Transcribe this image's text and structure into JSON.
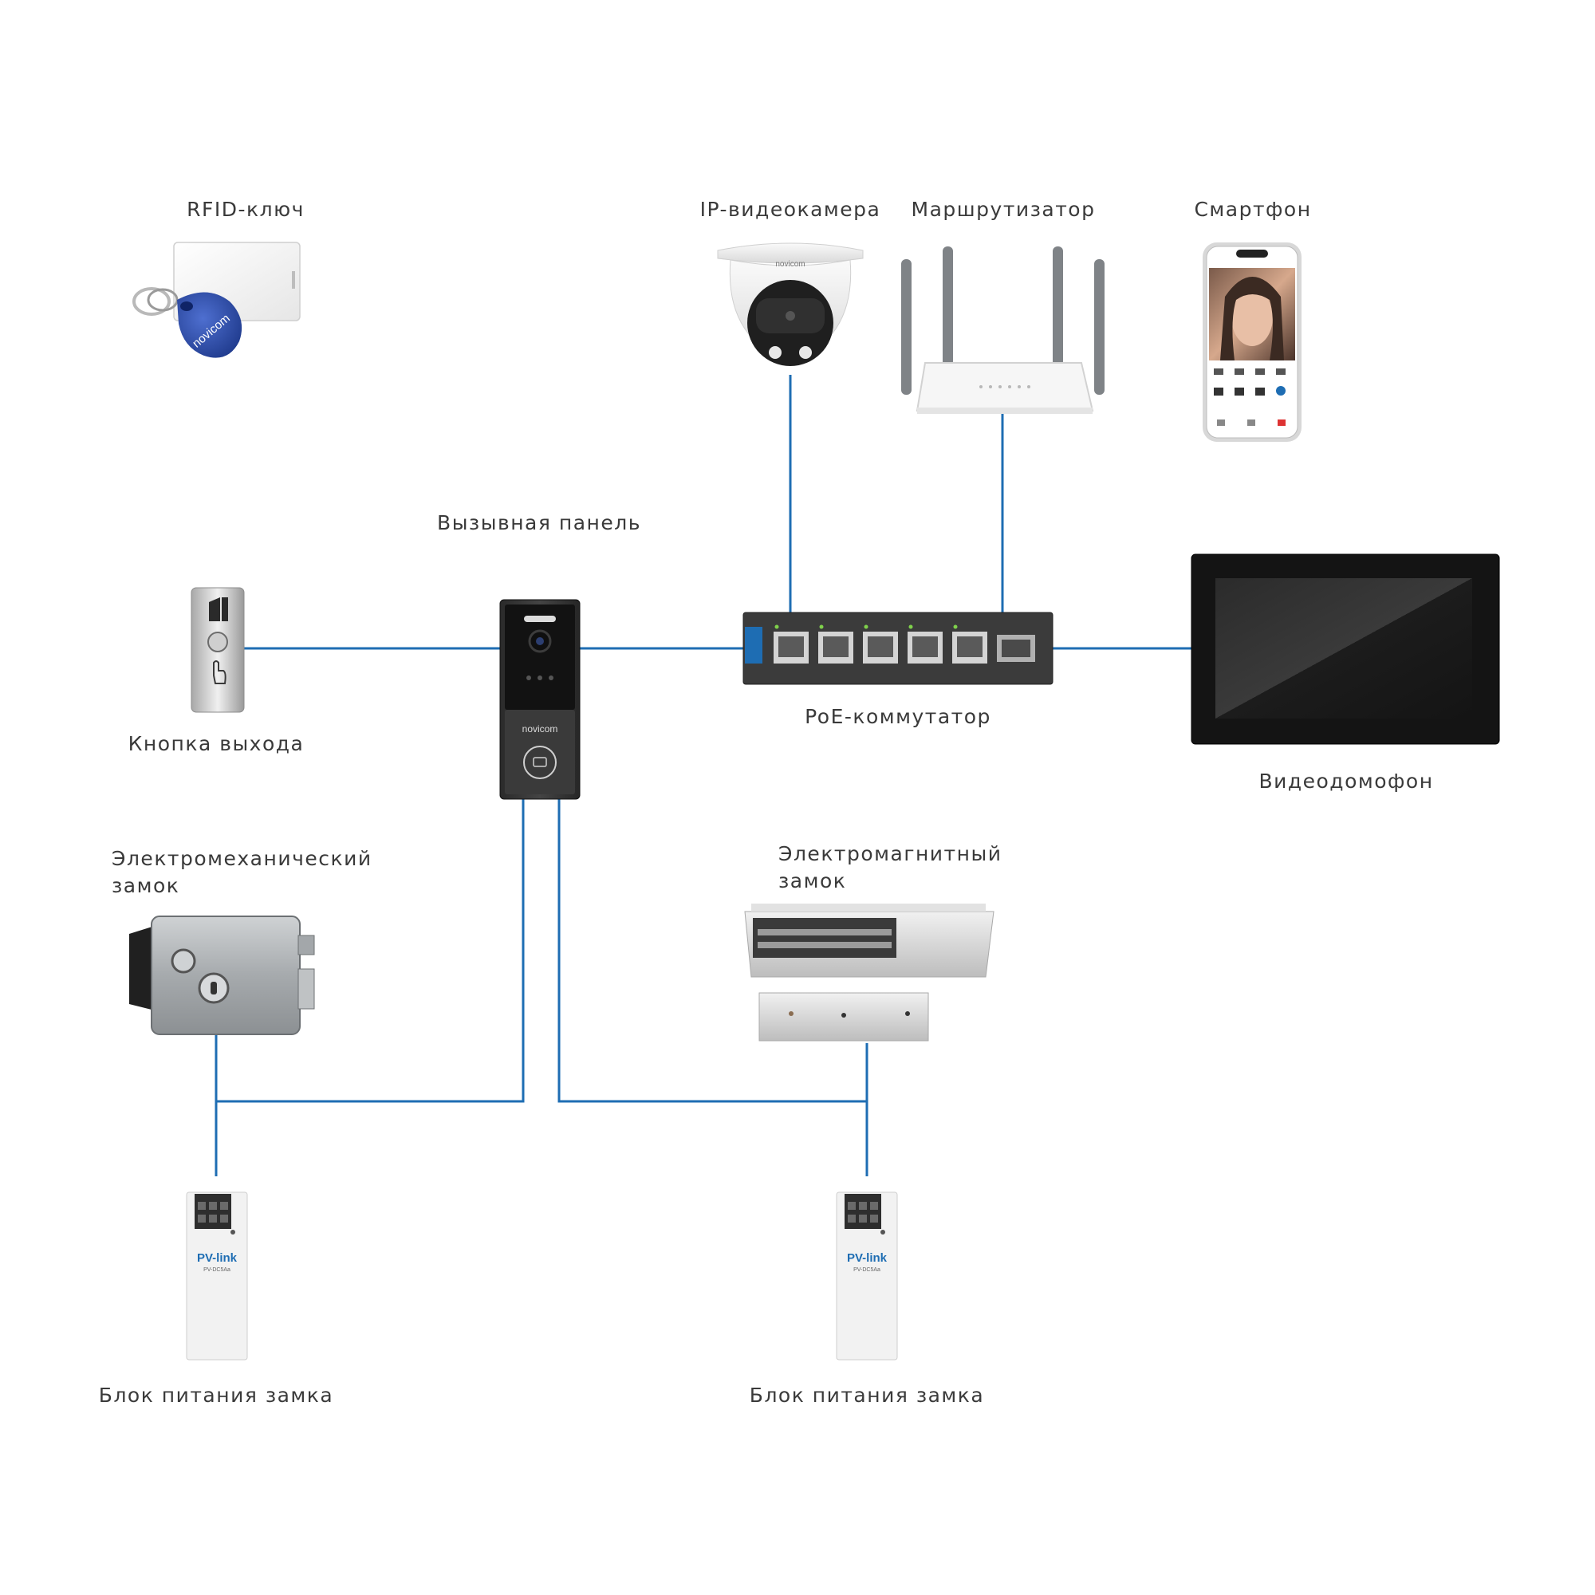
{
  "labels": {
    "rfid_key": "RFID-ключ",
    "ip_camera": "IP-видеокамера",
    "router": "Маршрутизатор",
    "smartphone": "Смартфон",
    "call_panel": "Вызывная панель",
    "exit_button": "Кнопка выхода",
    "poe_switch": "PoE-коммутатор",
    "video_monitor": "Видеодомофон",
    "electromech_lock_line1": "Электромеханический",
    "electromech_lock_line2": "замок",
    "electromag_lock_line1": "Электромагнитный",
    "electromag_lock_line2": "замок",
    "psu_left": "Блок питания замка",
    "psu_right": "Блок питания замка"
  },
  "brand": {
    "panel_logo": "novicom",
    "camera_logo": "novicom",
    "keyfob_logo": "novicom",
    "psu_logo": "PV-link",
    "psu_model": "PV-DC5Aa"
  },
  "colors": {
    "line": "#1e6db3",
    "text": "#3a3a3a"
  },
  "icons": [
    "rfid-card-icon",
    "keyfob-icon",
    "dome-camera-icon",
    "router-icon",
    "smartphone-icon",
    "exit-button-icon",
    "door-station-icon",
    "poe-switch-icon",
    "monitor-icon",
    "electromechanical-lock-icon",
    "electromagnetic-lock-icon",
    "power-supply-icon"
  ]
}
